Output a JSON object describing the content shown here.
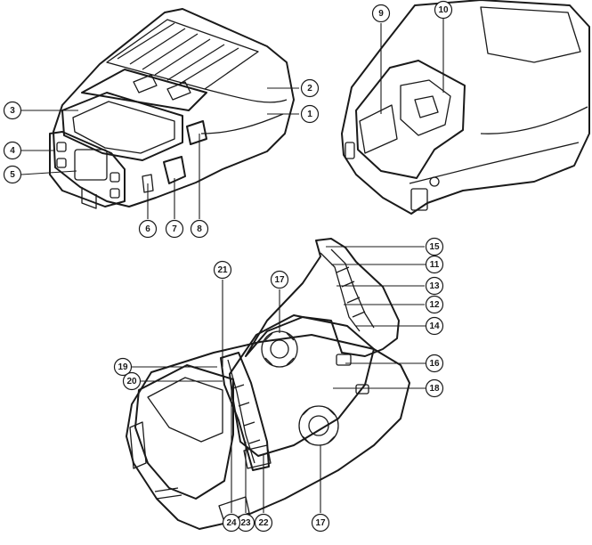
{
  "callouts": [
    {
      "id": "1",
      "label": "1"
    },
    {
      "id": "2",
      "label": "2"
    },
    {
      "id": "3",
      "label": "3"
    },
    {
      "id": "4",
      "label": "4"
    },
    {
      "id": "5",
      "label": "5"
    },
    {
      "id": "6",
      "label": "6"
    },
    {
      "id": "7",
      "label": "7"
    },
    {
      "id": "8",
      "label": "8"
    },
    {
      "id": "9",
      "label": "9"
    },
    {
      "id": "10",
      "label": "10"
    },
    {
      "id": "11",
      "label": "11"
    },
    {
      "id": "12",
      "label": "12"
    },
    {
      "id": "13",
      "label": "13"
    },
    {
      "id": "14",
      "label": "14"
    },
    {
      "id": "15",
      "label": "15"
    },
    {
      "id": "16",
      "label": "16"
    },
    {
      "id": "17a",
      "label": "17"
    },
    {
      "id": "17b",
      "label": "17"
    },
    {
      "id": "18",
      "label": "18"
    },
    {
      "id": "19",
      "label": "19"
    },
    {
      "id": "20",
      "label": "20"
    },
    {
      "id": "21",
      "label": "21"
    },
    {
      "id": "22",
      "label": "22"
    },
    {
      "id": "23",
      "label": "23"
    },
    {
      "id": "24",
      "label": "24"
    }
  ]
}
